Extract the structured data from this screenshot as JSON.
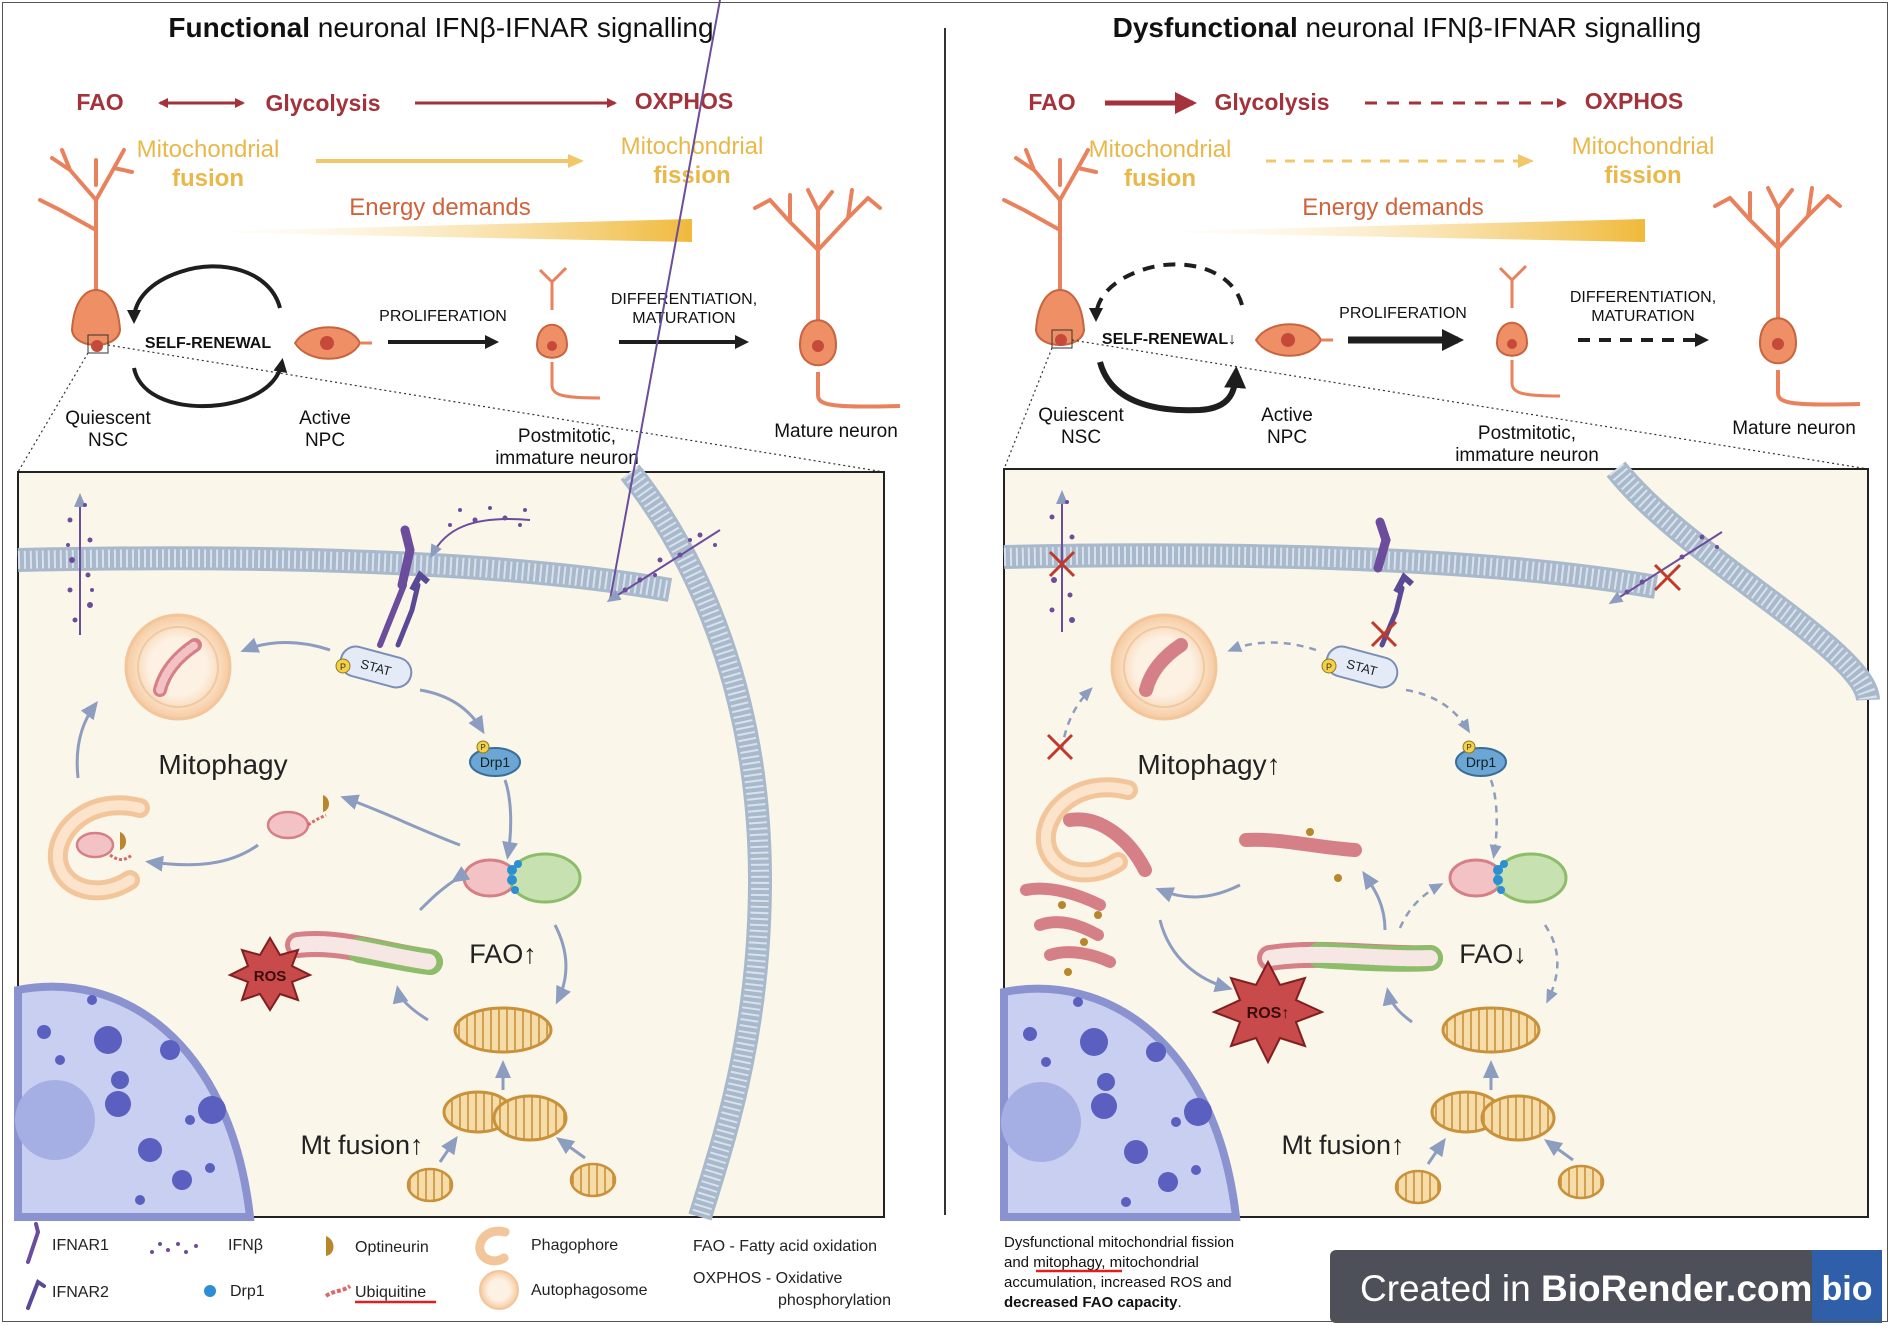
{
  "left": {
    "title_bold": "Functional",
    "title_rest": " neuronal IFNβ-IFNAR signalling",
    "fao": "FAO",
    "glycolysis": "Glycolysis",
    "oxphos": "OXPHOS",
    "mito_fusion_line1": "Mitochondrial",
    "mito_fusion_line2": "fusion",
    "mito_fission_line1": "Mitochondrial",
    "mito_fission_line2": "fission",
    "energy_demands": "Energy demands",
    "self_renewal": "SELF-RENEWAL",
    "proliferation": "PROLIFERATION",
    "differentiation_line1": "DIFFERENTIATION,",
    "differentiation_line2": "MATURATION",
    "quiescent_line1": "Quiescent",
    "quiescent_line2": "NSC",
    "active_line1": "Active",
    "active_line2": "NPC",
    "postmitotic_line1": "Postmitotic,",
    "postmitotic_line2": "immature neuron",
    "mature_neuron": "Mature neuron",
    "stat": "STAT",
    "drp1": "Drp1",
    "p": "P",
    "mitophagy": "Mitophagy",
    "ros": "ROS",
    "fao_change": "FAO↑",
    "mt_fusion": "Mt fusion↑"
  },
  "right": {
    "title_bold": "Dysfunctional",
    "title_rest": " neuronal IFNβ-IFNAR signalling",
    "fao": "FAO",
    "glycolysis": "Glycolysis",
    "oxphos": "OXPHOS",
    "mito_fusion_line1": "Mitochondrial",
    "mito_fusion_line2": "fusion",
    "mito_fission_line1": "Mitochondrial",
    "mito_fission_line2": "fission",
    "energy_demands": "Energy demands",
    "self_renewal": "SELF-RENEWAL↓",
    "proliferation": "PROLIFERATION",
    "differentiation_line1": "DIFFERENTIATION,",
    "differentiation_line2": "MATURATION",
    "quiescent_line1": "Quiescent",
    "quiescent_line2": "NSC",
    "active_line1": "Active",
    "active_line2": "NPC",
    "postmitotic_line1": "Postmitotic,",
    "postmitotic_line2": "immature neuron",
    "mature_neuron": "Mature neuron",
    "stat": "STAT",
    "drp1": "Drp1",
    "p": "P",
    "mitophagy": "Mitophagy↑",
    "ros": "ROS↑",
    "fao_change": "FAO↓",
    "mt_fusion": "Mt fusion↑"
  },
  "legend": {
    "ifnar1": "IFNAR1",
    "ifnar2": "IFNAR2",
    "ifnb": "IFNβ",
    "drp1": "Drp1",
    "optineurin": "Optineurin",
    "ubiquitine": "Ubiquitine",
    "phagophore": "Phagophore",
    "autophagosome": "Autophagosome",
    "fao_def": "FAO - Fatty acid oxidation",
    "oxphos_def_line1": "OXPHOS - Oxidative",
    "oxphos_def_line2": "phosphorylation"
  },
  "summary": {
    "line1": "Dysfunctional mitochondrial fission",
    "line2_a": "and ",
    "line2_b": "mitophagy",
    "line2_c": ", mitochondrial",
    "line3": "accumulation, increased ROS and",
    "line4": "decreased FAO capacity",
    "line4_end": "."
  },
  "badge": {
    "prefix": "Created in ",
    "brand": "BioRender.com",
    "logo": "bio"
  },
  "colors": {
    "dark_red": "#a3323a",
    "gold": "#e8b84a",
    "orange_label": "#d0633b",
    "neuron": "#e9825c",
    "cell_bg": "#fbf6ea",
    "membrane": "#a9b9cc",
    "purple": "#6b4d9c",
    "arrow_blue": "#8d9dc0",
    "mito_gold": "#d9a84e",
    "mito_red": "#d57f86",
    "mito_green": "#8dbd6a",
    "nucleus": "#c9cff0",
    "nucleus_dot": "#5b5fbf",
    "badge_bg": "#4d5058",
    "badge_logo": "#2f5fa8"
  }
}
